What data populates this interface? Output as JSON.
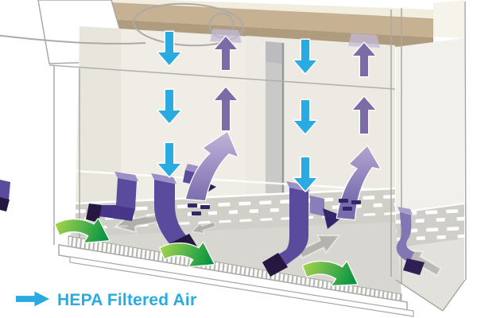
{
  "legend": {
    "arrow_icon": "right-arrow-icon",
    "label": "HEPA Filtered Air",
    "color": "#29ABE2"
  },
  "diagram": {
    "type": "airflow-diagram",
    "subject": "laminar-flow-cabinet-cutaway",
    "flows": [
      {
        "id": "hepa-filtered-downflow",
        "color": "#29ABE2",
        "direction": "down",
        "arrow_count": 6
      },
      {
        "id": "return-air-upflow",
        "color": "#7B6CA8",
        "direction": "up",
        "arrow_count": 4
      },
      {
        "id": "return-air-curved",
        "color": "#8D7FB8",
        "direction": "curved-up",
        "arrow_count": 2
      },
      {
        "id": "captured-air-ribbons",
        "color": "#5B4B9D",
        "direction": "into-grilles",
        "arrow_count": 7
      },
      {
        "id": "room-air-intake",
        "color": "#2BA24C",
        "direction": "curved-into-front-grille",
        "arrow_count": 3
      },
      {
        "id": "under-surface-airflow",
        "color": "#8A8984",
        "direction": "along-work-surface",
        "arrow_count": 4
      }
    ],
    "cabinet_colors": {
      "hepa_filter": "#C6B292",
      "filter_edge": "#AF9C7E",
      "back_wall": "#EFEDE6",
      "work_surface": "#D7D6D0",
      "grille_band": "#D0CFC8"
    }
  }
}
